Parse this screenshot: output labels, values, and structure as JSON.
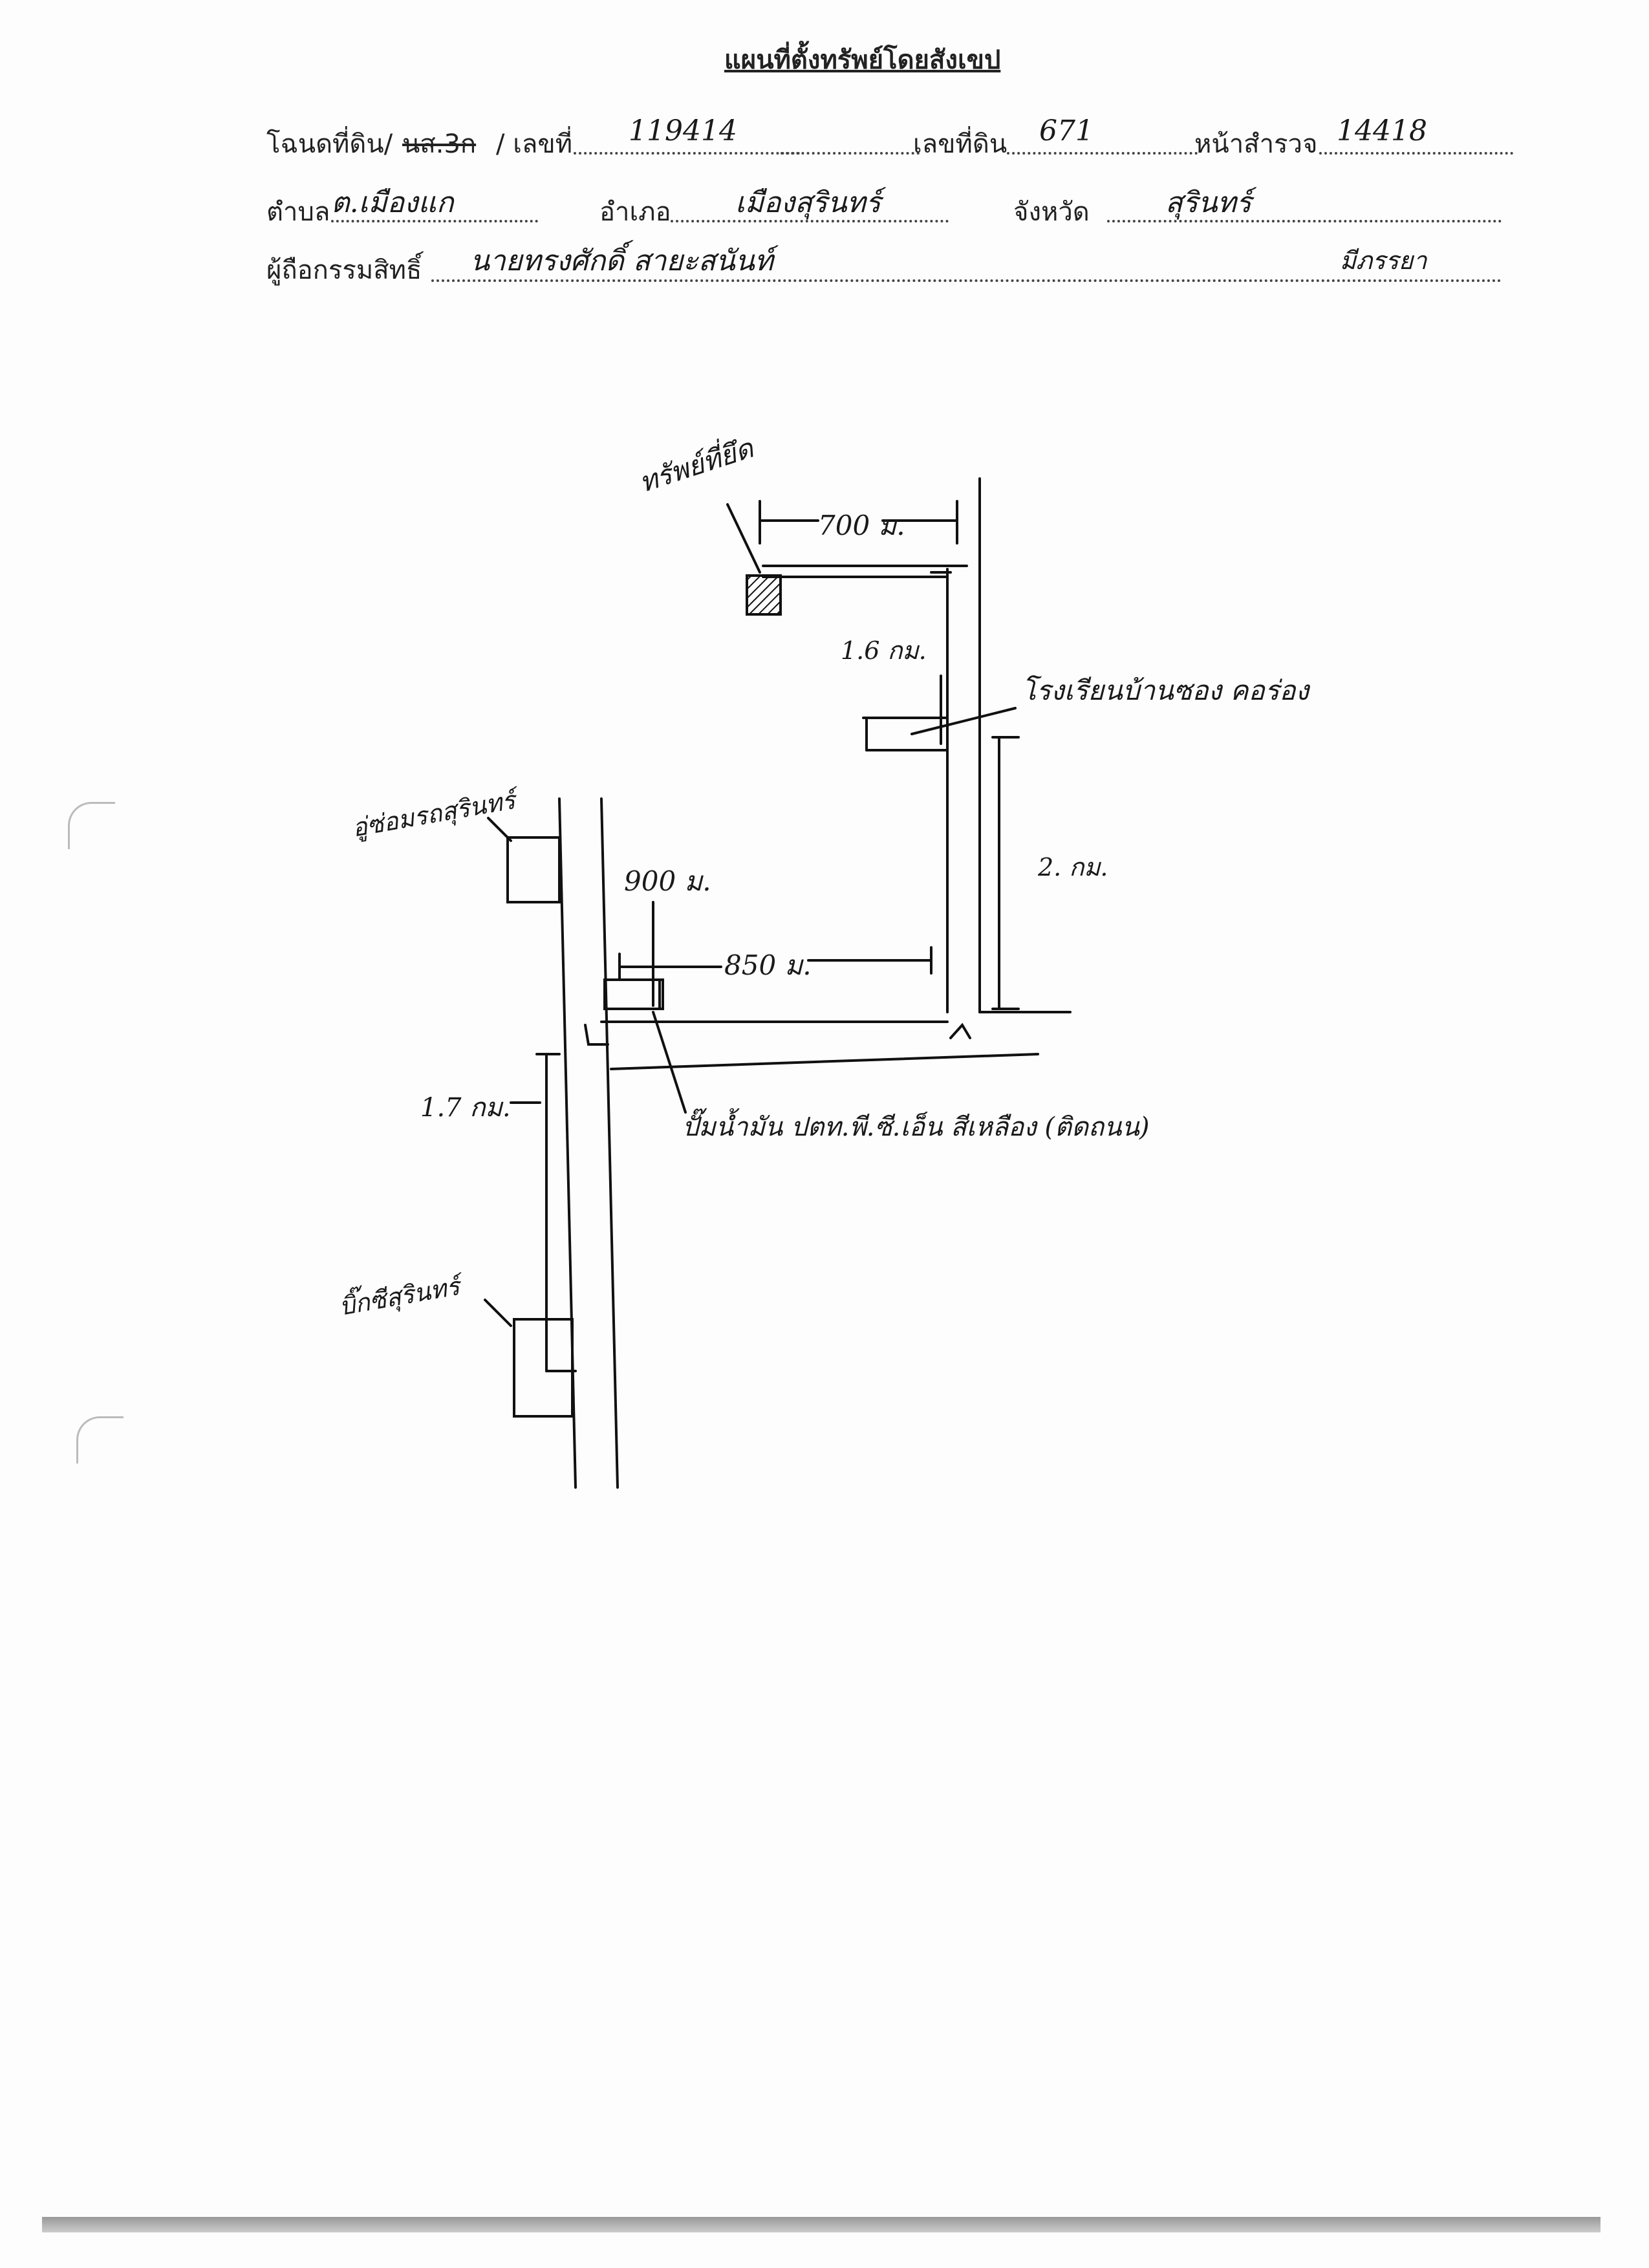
{
  "header": {
    "title": "แผนที่ตั้งทรัพย์โดยสังเขป"
  },
  "fields": {
    "deed_label": "โฉนดที่ดิน/",
    "ns3k_label": "นส.3ก",
    "number_label": "/ เลขที่",
    "number_value": "119414",
    "land_no_label": "เลขที่ดิน",
    "land_no_value": "671",
    "survey_page_label": "หน้าสำรวจ",
    "survey_page_value": "14418",
    "subdistrict_label": "ตำบล",
    "subdistrict_value": "ต.เมืองแก",
    "district_label": "อำเภอ",
    "district_value": "เมืองสุรินทร์",
    "province_label": "จังหวัด",
    "province_value": "สุรินทร์",
    "owner_label": "ผู้ถือกรรมสิทธิ์",
    "owner_value": "นายทรงศักดิ์ สายะสนันท์",
    "owner_extra": "มีภรรยา"
  },
  "sketch": {
    "property_label": "ทรัพย์ที่ยึด",
    "dist_700": "700 ม.",
    "dist_1_6": "1.6 กม.",
    "school_label": "โรงเรียนบ้านซอง คอร่อง",
    "dist_2": "2. กม.",
    "dist_900": "900 ม.",
    "dist_850": "850 ม.",
    "dist_1_7": "1.7 กม.",
    "gas_station_label": "ปั๊มน้ำมัน ปตท.พี.ซี.เอ็น สีเหลือง (ติดถนน)",
    "left_top_label": "อู่ซ่อมรถสุรินทร์",
    "left_bottom_label": "บิ๊กซีสุรินทร์"
  }
}
